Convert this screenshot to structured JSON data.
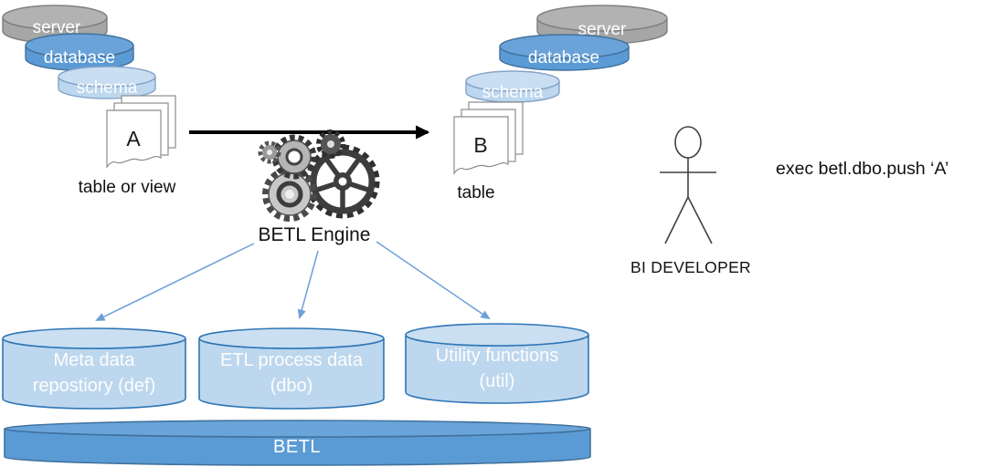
{
  "source": {
    "server": "server",
    "database": "database",
    "schema": "schema",
    "doc": "A",
    "caption": "table or view"
  },
  "target": {
    "server": "server",
    "database": "database",
    "schema": "schema",
    "doc": "B",
    "caption": "table"
  },
  "engine": {
    "label": "BETL Engine"
  },
  "developer": {
    "name": "BI DEVELOPER",
    "command": "exec betl.dbo.push ‘A’"
  },
  "stores": {
    "meta": {
      "line1": "Meta data",
      "line2": "repostiory (def)"
    },
    "etl": {
      "line1": "ETL process data",
      "line2": "(dbo)"
    },
    "util": {
      "line1": "Utility functions",
      "line2": "(util)"
    }
  },
  "platform": {
    "label": "BETL"
  },
  "icons": {
    "gears": "gears-icon",
    "developer": "stick-figure-icon",
    "source_doc": "document-stack-icon",
    "target_doc": "document-stack-icon"
  },
  "colors": {
    "server_fill": "#a6a6a6",
    "server_top": "#b2b2b2",
    "server_stroke": "#7f7f7f",
    "database_fill": "#5b9bd5",
    "database_top": "#6aa3d9",
    "database_stroke": "#41719c",
    "schema_fill": "#bdd7ee",
    "schema_top": "#c9def2",
    "schema_stroke": "#85a3c9",
    "store_fill": "#bdd7ee",
    "store_top": "#cadff2",
    "store_stroke": "#2e75b6",
    "platform_fill": "#5b9bd5",
    "platform_top": "#69a4da",
    "platform_stroke": "#41719c",
    "main_arrow": "#000000",
    "link_arrow": "#6fa0d8",
    "figure_stroke": "#404040",
    "page_stroke": "#8c8c8c"
  }
}
